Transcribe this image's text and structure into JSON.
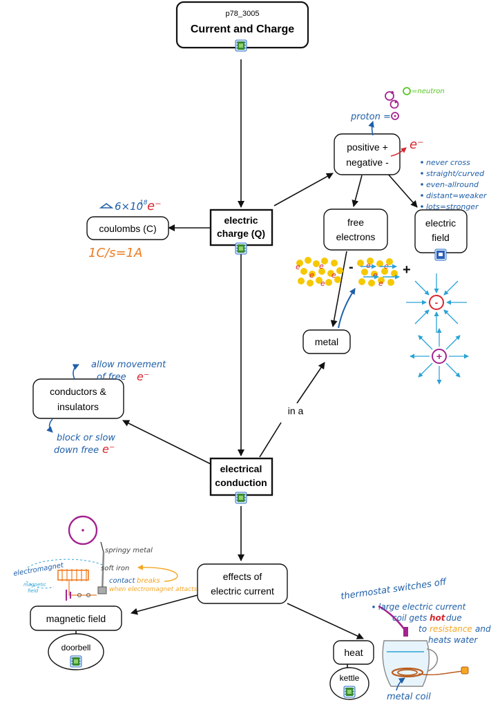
{
  "colors": {
    "ink": "#111111",
    "blue": "#1f5fa8",
    "lightblue": "#2ba3d6",
    "red": "#d8262f",
    "orange": "#ee7a1e",
    "purple": "#a3238f",
    "green": "#57c424",
    "yellow": "#f5c800",
    "amber": "#f5a623"
  },
  "nodes": {
    "title": {
      "id_label": "p78_3005",
      "label": "Current and Charge"
    },
    "charge": {
      "line1": "electric",
      "line2": "charge (Q)"
    },
    "coulombs": {
      "label": "coulombs (C)"
    },
    "posneg": {
      "line1": "positive +",
      "line2": "negative -"
    },
    "free": {
      "line1": "free",
      "line2": "electrons"
    },
    "field": {
      "line1": "electric",
      "line2": "field"
    },
    "metal": {
      "label": "metal"
    },
    "conductors": {
      "line1": "conductors &",
      "line2": "insulators"
    },
    "conduction": {
      "line1": "electrical",
      "line2": "conduction"
    },
    "effects": {
      "line1": "effects of",
      "line2": "electric current"
    },
    "magnetic": {
      "label": "magnetic field"
    },
    "doorbell": {
      "label": "doorbell"
    },
    "heat": {
      "label": "heat"
    },
    "kettle": {
      "label": "kettle"
    }
  },
  "links": {
    "in_a": "in a"
  },
  "notes": {
    "electron_count": "6×10",
    "electron_exp": "18",
    "electron_symbol": "e⁻",
    "amp": "1C/s=1A",
    "neutron": "=neutron",
    "proton": "proton =",
    "e_minus": "e⁻",
    "field_rules": [
      "never cross",
      "straight/curved",
      "even-allround",
      "distant=weaker",
      "lots=stronger"
    ],
    "allow_line1": "allow movement",
    "allow_line2": "of free",
    "block_line1": "block or slow",
    "block_line2": "down free",
    "springy": "springy metal",
    "electromagnet": "electromagnet",
    "soft_iron": "soft iron",
    "magnetic_small_1": "magnetic",
    "magnetic_small_2": "field",
    "contact": "contact",
    "breaks_1": "breaks",
    "breaks_2": "when electromagnet attacts",
    "thermostat": "thermostat switches off",
    "heat_line1": "large electric current",
    "heat_line2_a": "coil gets",
    "heat_hot": "hot",
    "heat_line2_b": "due",
    "heat_line3_a": "to",
    "heat_resistance": "resistance",
    "heat_line3_b": "and",
    "heat_line4": "heats water",
    "metal_coil": "metal coil",
    "plus": "+",
    "minus": "-",
    "e": "e"
  }
}
